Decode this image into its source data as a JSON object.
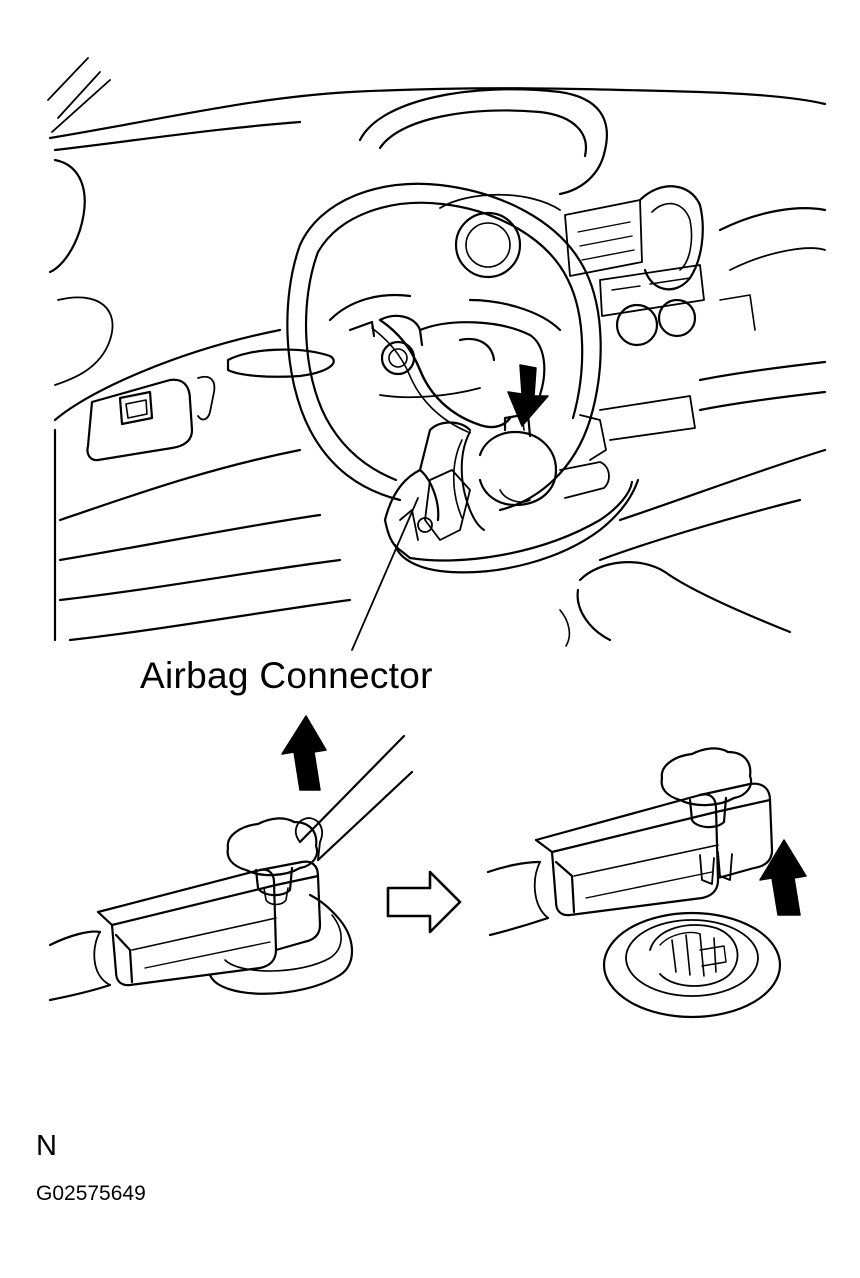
{
  "diagram": {
    "callout_label": "Airbag Connector",
    "code_letter": "N",
    "figure_code": "G02575649"
  },
  "colors": {
    "line": "#000000",
    "background": "#ffffff"
  },
  "icons": [
    "push-arrow-icon",
    "pull-up-arrow-icon",
    "next-step-arrow-icon"
  ]
}
